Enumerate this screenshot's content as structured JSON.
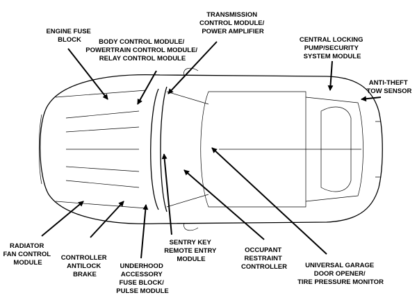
{
  "labels": {
    "engine_fuse_block": [
      "ENGINE FUSE",
      "BLOCK"
    ],
    "body_control_module": [
      "BODY CONTROL MODULE/",
      "POWERTRAIN CONTROL MODULE/",
      "RELAY CONTROL MODULE"
    ],
    "transmission_control_module": [
      "TRANSMISSION",
      "CONTROL MODULE/",
      "POWER AMPLIFIER"
    ],
    "central_locking_pump": [
      "CENTRAL LOCKING",
      "PUMP/SECURITY",
      "SYSTEM MODULE"
    ],
    "anti_theft_tow_sensor": [
      "ANTI-THEFT",
      "TOW SENSOR"
    ],
    "radiator_fan_control": [
      "RADIATOR",
      "FAN CONTROL",
      "MODULE"
    ],
    "controller_antilock_brake": [
      "CONTROLLER",
      "ANTILOCK",
      "BRAKE"
    ],
    "underhood_accessory_fuse_block": [
      "UNDERHOOD",
      "ACCESSORY",
      "FUSE BLOCK/",
      "PULSE MODULE"
    ],
    "sentry_key_remote_entry": [
      "SENTRY KEY",
      "REMOTE ENTRY",
      "MODULE"
    ],
    "occupant_restraint_controller": [
      "OCCUPANT",
      "RESTRAINT",
      "CONTROLLER"
    ],
    "universal_garage_door_opener": [
      "UNIVERSAL GARAGE",
      "DOOR OPENER/",
      "TIRE PRESSURE MONITOR"
    ]
  }
}
